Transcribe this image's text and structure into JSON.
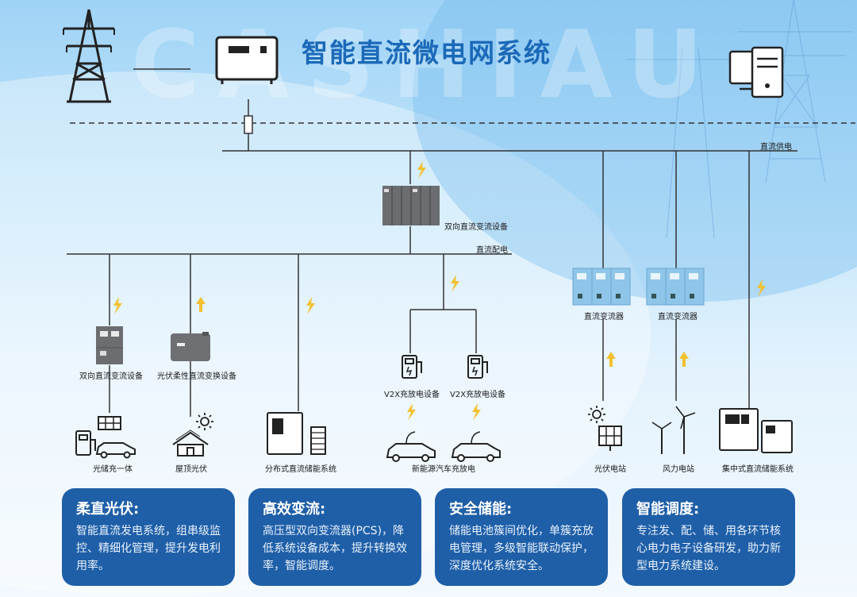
{
  "header": {
    "title": "智能直流微电网系统",
    "watermark": "CASHIAU"
  },
  "buses": {
    "supply": "直流供电",
    "distribution": "直流配电"
  },
  "devices": {
    "main_converter": "双向直流变流设备",
    "left_converter": "双向直流变流设备",
    "pv_converter": "光伏柔性直流变换设备",
    "v2x_1": "V2X充放电设备",
    "v2x_2": "V2X充放电设备",
    "dc_converter_1": "直流变流器",
    "dc_converter_2": "直流变流器"
  },
  "endpoints": {
    "pv_storage_charging": "光储充一体",
    "rooftop_pv": "屋顶光伏",
    "distributed_storage": "分布式直流储能系统",
    "ev_charging": "新能源汽车充放电",
    "pv_station": "光伏电站",
    "wind_station": "风力电站",
    "central_storage": "集中式直流储能系统"
  },
  "cards": [
    {
      "title": "柔直光伏:",
      "body": "智能直流发电系统，组串级监控、精细化管理，提升发电利用率。"
    },
    {
      "title": "高效变流:",
      "body": "高压型双向变流器(PCS)，降低系统设备成本，提升转换效率，智能调度。"
    },
    {
      "title": "安全储能:",
      "body": "储能电池簇间优化，单簇充放电管理，多级智能联动保护，深度优化系统安全。"
    },
    {
      "title": "智能调度:",
      "body": "专注发、配、储、用各环节核心电力电子设备研发，助力新型电力系统建设。"
    }
  ],
  "colors": {
    "brand": "#1b69b8",
    "card": "#1f5fa8",
    "bolt": "#f2c12e",
    "line": "#333333",
    "device": "#8fc5e8"
  },
  "icons": [
    "transmission-tower-icon",
    "transformer-icon",
    "computer-server-icon",
    "lightning-bolt-icon",
    "arrow-up-icon",
    "sun-icon",
    "solar-panel-icon",
    "wind-turbine-icon",
    "ev-car-icon",
    "charger-icon",
    "battery-cabinet-icon",
    "house-icon"
  ]
}
